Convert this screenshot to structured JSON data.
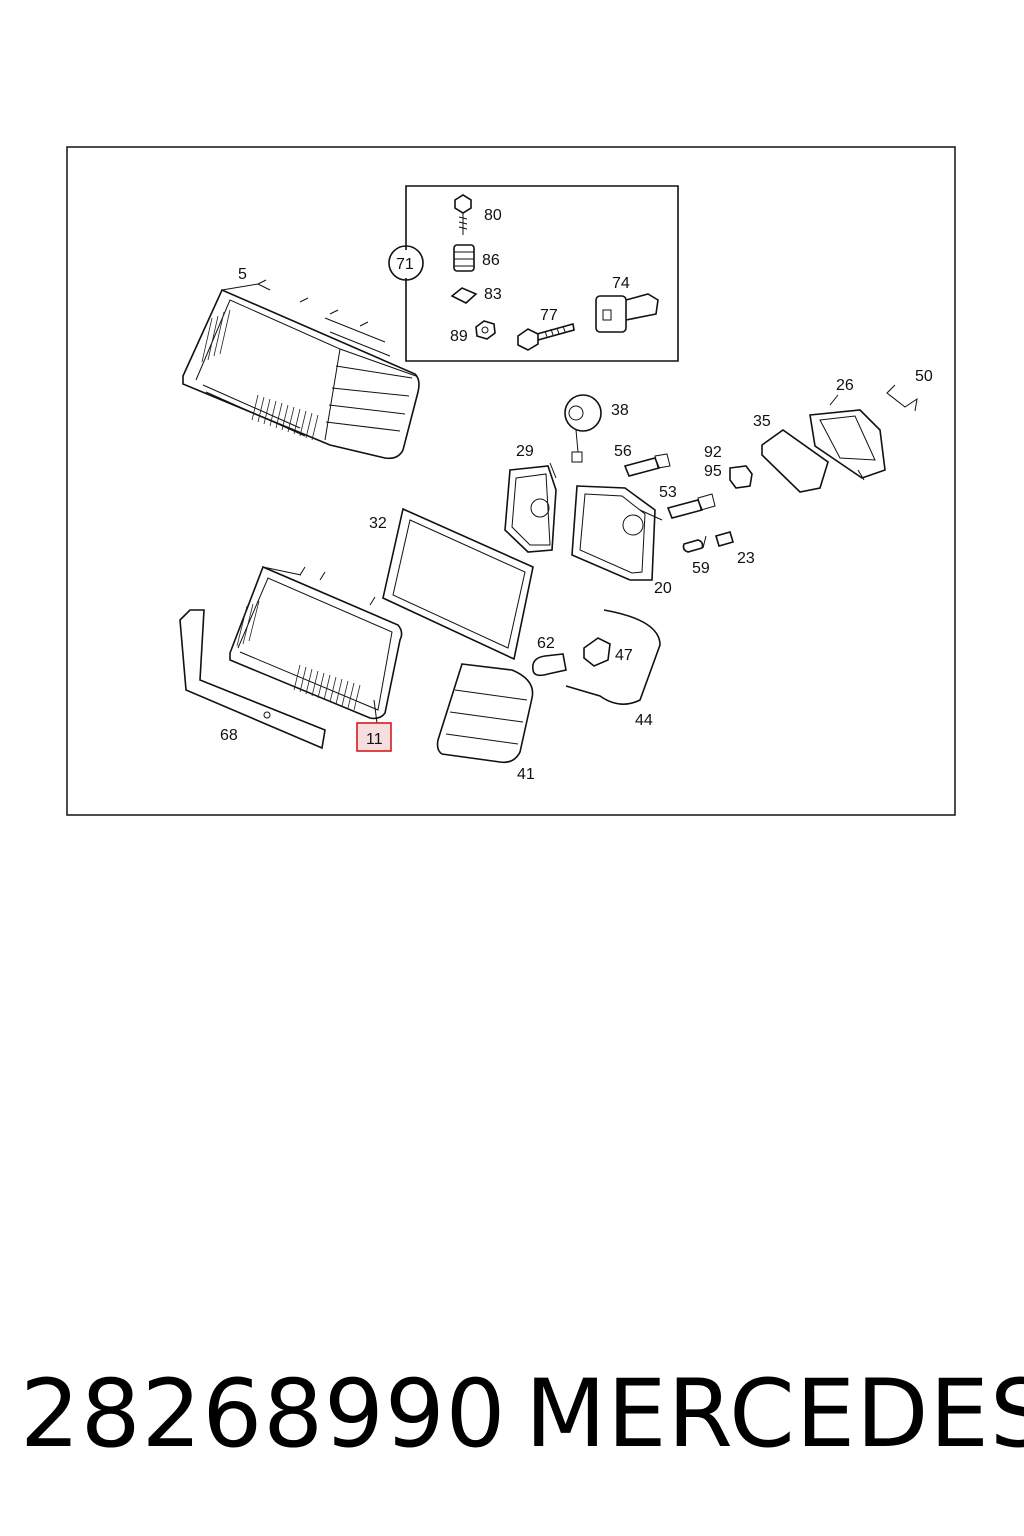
{
  "diagram": {
    "callouts": [
      "5",
      "80",
      "86",
      "83",
      "89",
      "77",
      "74",
      "71",
      "38",
      "29",
      "56",
      "92",
      "95",
      "53",
      "59",
      "23",
      "20",
      "35",
      "26",
      "50",
      "32",
      "62",
      "47",
      "44",
      "68",
      "11",
      "41"
    ],
    "highlighted_callout": "11",
    "colors": {
      "highlight_border": "#d91c1c",
      "highlight_fill": "#f6dede",
      "line": "#111111"
    }
  },
  "footer": {
    "part_number": "28268990",
    "brand": "MERCEDES"
  }
}
